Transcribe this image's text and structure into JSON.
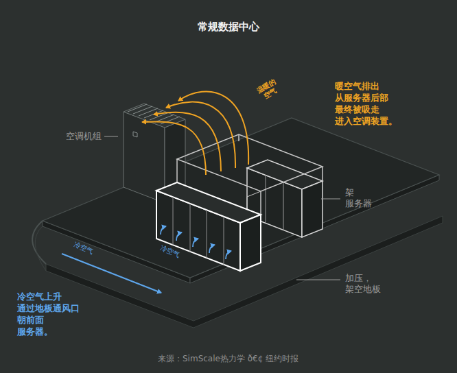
{
  "diagram": {
    "title": "常规数据中心",
    "caption": "来源：SimScale热力学 ð€¢ 纽约时报",
    "labels": [
      "空调机组",
      "温暖的 空气",
      "暖空气排出 从服务器后部 最终被吸走 进入空调装置。",
      "架 服务器",
      "冷空气",
      "冷空气",
      "加压， 架空地板",
      "冷空气上升 通过地板通风口 朝前面 服务器。"
    ]
  }
}
